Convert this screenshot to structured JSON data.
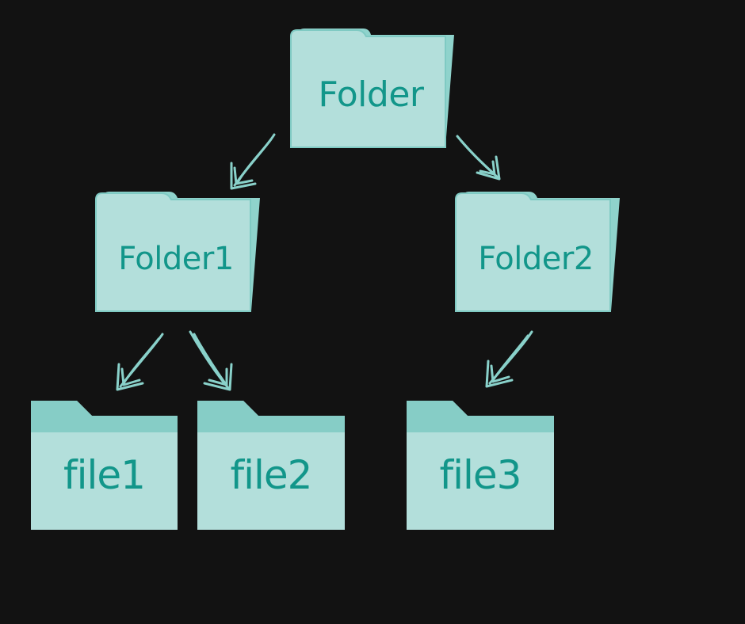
{
  "colors": {
    "background": "#121212",
    "folder_fill": "#b3dfdb",
    "folder_edge": "#7fcac3",
    "folder_back": "#8fd3cc",
    "tab_band": "#86cdc6",
    "text": "#12968a",
    "arrow": "#89d1ca"
  },
  "nodes": {
    "root": {
      "label": "Folder",
      "icon": "open-folder-icon"
    },
    "folder1": {
      "label": "Folder1",
      "icon": "open-folder-icon"
    },
    "folder2": {
      "label": "Folder2",
      "icon": "open-folder-icon"
    },
    "file1": {
      "label": "file1",
      "icon": "closed-folder-icon"
    },
    "file2": {
      "label": "file2",
      "icon": "closed-folder-icon"
    },
    "file3": {
      "label": "file3",
      "icon": "closed-folder-icon"
    }
  },
  "edges": [
    {
      "from": "root",
      "to": "folder1",
      "icon": "arrow-icon"
    },
    {
      "from": "root",
      "to": "folder2",
      "icon": "arrow-icon"
    },
    {
      "from": "folder1",
      "to": "file1",
      "icon": "arrow-icon"
    },
    {
      "from": "folder1",
      "to": "file2",
      "icon": "arrow-icon"
    },
    {
      "from": "folder2",
      "to": "file3",
      "icon": "arrow-icon"
    }
  ]
}
